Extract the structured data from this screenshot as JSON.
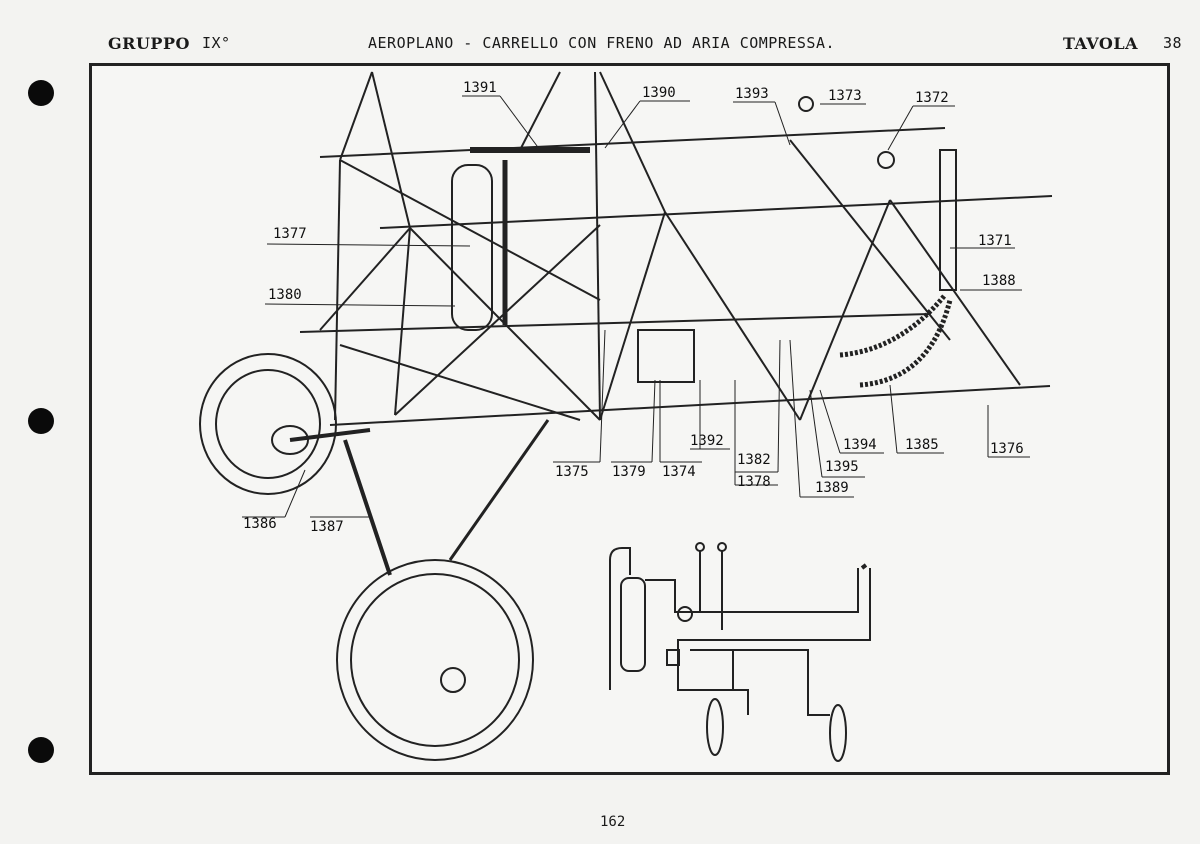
{
  "header": {
    "group": "GRUPPO",
    "group_number": "IX°",
    "title": "AEROPLANO  - CARRELLO CON FRENO AD ARIA COMPRESSA.",
    "plate_label": "TAVOLA",
    "plate_number": "38"
  },
  "callouts": [
    "1391",
    "1390",
    "1393",
    "1373",
    "1372",
    "1377",
    "1371",
    "1380",
    "1388",
    "1392",
    "1394",
    "1385",
    "1376",
    "1375",
    "1379",
    "1374",
    "1382",
    "1395",
    "1378",
    "1389",
    "1386",
    "1387"
  ],
  "page_number": "162",
  "colors": {
    "ink": "#1a1a1a",
    "paper": "#f3f3f1"
  }
}
